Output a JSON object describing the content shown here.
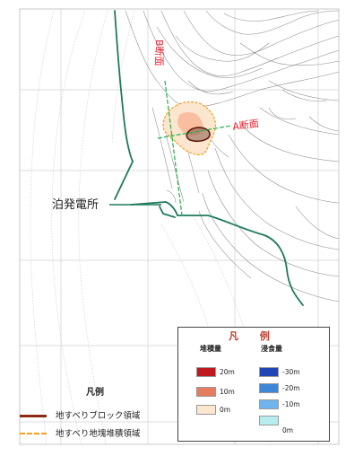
{
  "map": {
    "section_a_label": "A断面",
    "section_b_label": "B断面",
    "plant_label": "泊発電所"
  },
  "legend_right": {
    "title": "凡 例",
    "deposit_header": "堆積量",
    "erosion_header": "浸食量",
    "deposit": [
      {
        "label": "20m",
        "color": "#c0191e"
      },
      {
        "label": "10m",
        "color": "#e77b5f"
      },
      {
        "label": "0m",
        "color": "#fde6cf"
      }
    ],
    "erosion": [
      {
        "label": "-30m",
        "color": "#1f46b4"
      },
      {
        "label": "-20m",
        "color": "#3d86d8"
      },
      {
        "label": "-10m",
        "color": "#6fb4ec"
      },
      {
        "label": "0m",
        "color": "#b6eef0"
      }
    ]
  },
  "legend_left": {
    "title": "凡例",
    "items": [
      {
        "label": "地すべりブロック領域",
        "color": "#8b2c12",
        "style": "solid"
      },
      {
        "label": "地すべり地塊堆積領域",
        "color": "#f3a21c",
        "style": "dashed"
      }
    ]
  },
  "colors": {
    "coastline": "#1f7a5c",
    "section_line": "#22b14c",
    "contour": "#8c8c8c"
  }
}
